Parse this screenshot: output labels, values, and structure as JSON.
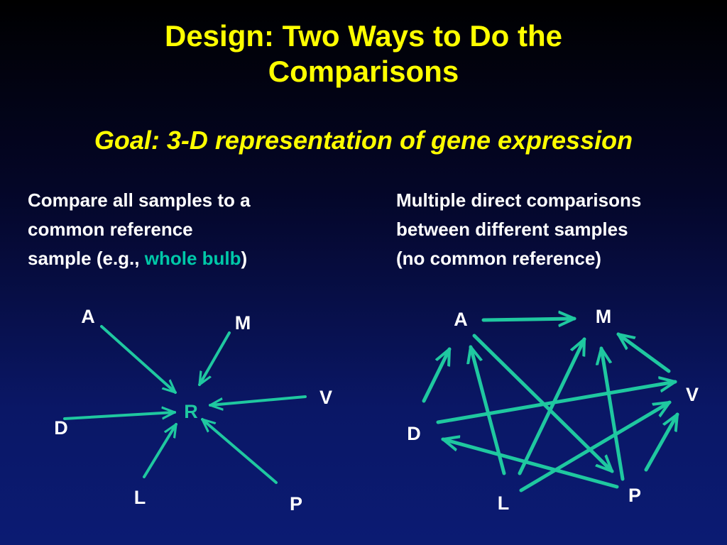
{
  "title_line1": "Design: Two Ways to Do the",
  "title_line2": "Comparisons",
  "subtitle": "Goal: 3-D representation of gene expression",
  "left": {
    "line1": "Compare all samples to a",
    "line2": "common reference",
    "line3_prefix": "sample (e.g., ",
    "line3_highlight": "whole bulb",
    "line3_suffix": ")"
  },
  "right": {
    "line1": "Multiple direct comparisons",
    "line2": "between different samples",
    "line3": "(no common reference)"
  },
  "colors": {
    "title": "#ffff00",
    "arrow": "#1fc8a0",
    "text": "#ffffff"
  },
  "reference_design": {
    "nodes": {
      "A": "A",
      "M": "M",
      "V": "V",
      "D": "D",
      "L": "L",
      "P": "P",
      "R": "R"
    },
    "edges": [
      {
        "from": "A",
        "to": "R"
      },
      {
        "from": "M",
        "to": "R"
      },
      {
        "from": "V",
        "to": "R"
      },
      {
        "from": "D",
        "to": "R"
      },
      {
        "from": "L",
        "to": "R"
      },
      {
        "from": "P",
        "to": "R"
      }
    ]
  },
  "direct_design": {
    "nodes": {
      "A": "A",
      "M": "M",
      "V": "V",
      "D": "D",
      "L": "L",
      "P": "P"
    },
    "edges": [
      {
        "from": "A",
        "to": "M"
      },
      {
        "from": "D",
        "to": "A"
      },
      {
        "from": "L",
        "to": "A"
      },
      {
        "from": "A",
        "to": "P"
      },
      {
        "from": "L",
        "to": "M"
      },
      {
        "from": "P",
        "to": "M"
      },
      {
        "from": "V",
        "to": "M"
      },
      {
        "from": "D",
        "to": "V"
      },
      {
        "from": "L",
        "to": "V"
      },
      {
        "from": "P",
        "to": "V"
      },
      {
        "from": "P",
        "to": "D"
      }
    ]
  }
}
